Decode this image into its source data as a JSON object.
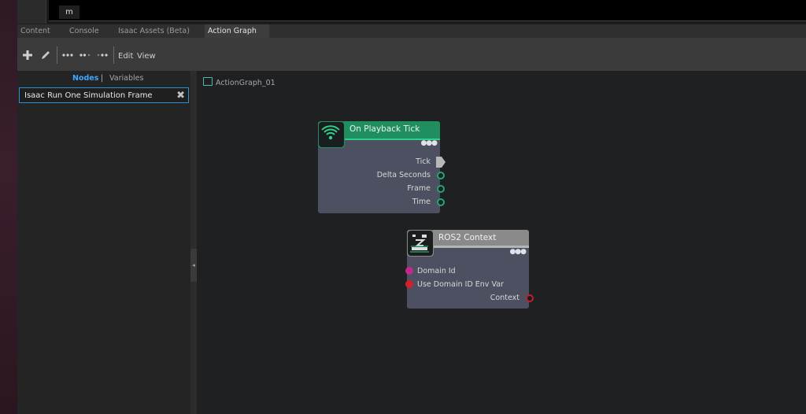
{
  "top_field": {
    "value": "m"
  },
  "tabs": [
    {
      "label": "Content"
    },
    {
      "label": "Console"
    },
    {
      "label": "Isaac Assets (Beta)"
    },
    {
      "label": "Action Graph"
    }
  ],
  "toolbar": {
    "add_icon": "plus-icon",
    "edit_icon": "pencil-icon",
    "edit_label": "Edit",
    "view_label": "View"
  },
  "left_panel": {
    "tab_nodes": "Nodes",
    "tab_separator": "|",
    "tab_variables": "Variables",
    "search_value": "Isaac Run One Simulation Frame"
  },
  "graph": {
    "title": "ActionGraph_01",
    "nodes": [
      {
        "title": "On Playback Tick",
        "icon": "wifi-signal-icon",
        "header_color": "#1f8f5f",
        "outputs": [
          "Tick",
          "Delta Seconds",
          "Frame",
          "Time"
        ]
      },
      {
        "title": "ROS2 Context",
        "icon": "ros2-icon",
        "header_color": "#8a8a8a",
        "inputs": [
          "Domain Id",
          "Use Domain ID Env Var"
        ],
        "outputs": [
          "Context"
        ]
      }
    ]
  },
  "colors": {
    "accent_blue": "#3fa7ff",
    "port_green": "#1fa878",
    "port_magenta": "#c0288a",
    "port_red": "#d4202a"
  }
}
